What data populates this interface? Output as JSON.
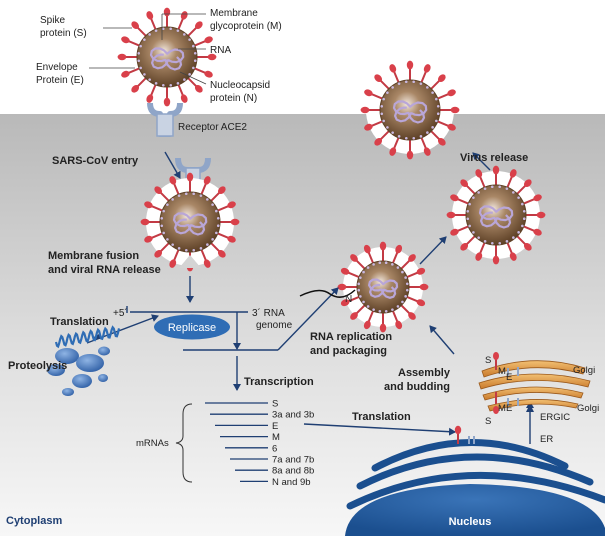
{
  "virion_labels": {
    "spike": [
      "Spike",
      "protein (S)"
    ],
    "membrane": [
      "Membrane",
      "glycoprotein (M)"
    ],
    "rna": "RNA",
    "envelope": [
      "Envelope",
      "Protein (E)"
    ],
    "nucleocapsid": [
      "Nucleocapsid",
      "protein (N)"
    ]
  },
  "receptor_label": "Receptor ACE2",
  "steps": {
    "entry": "SARS-CoV entry",
    "fusion": [
      "Membrane fusion",
      "and viral RNA release"
    ],
    "translation": "Translation",
    "proteolysis": "Proteolysis",
    "replicase": "Replicase",
    "five_prime": "+5´",
    "three_prime": [
      "3´ RNA",
      "genome"
    ],
    "transcription": "Transcription",
    "replication": [
      "RNA replication",
      "and packaging"
    ],
    "n_label": "N",
    "assembly": [
      "Assembly",
      "and budding"
    ],
    "virus_release": "Virus release",
    "translation2": "Translation"
  },
  "mrnas_label": "mRNAs",
  "mrnas": [
    "S",
    "3a and 3b",
    "E",
    "M",
    "6",
    "7a and 7b",
    "8a and 8b",
    "N and 9b"
  ],
  "organelles": {
    "golgi_top": "Golgi",
    "golgi_bottom": "Golgi",
    "ergic": "ERGIC",
    "er": "ER",
    "nucleus": "Nucleus",
    "s_top": "S",
    "m_top": "M",
    "e_top": "E",
    "m_bottom": "M",
    "e_bottom": "E",
    "s_bottom": "S"
  },
  "cytoplasm_label": "Cytoplasm",
  "colors": {
    "arrow": "#1f3f73",
    "spike": "#d9404a",
    "virion_core": "#7b5a3a",
    "replicase": "#2f6db5",
    "nucleus": "#1b4f8f",
    "golgi": "#e3a24a"
  }
}
